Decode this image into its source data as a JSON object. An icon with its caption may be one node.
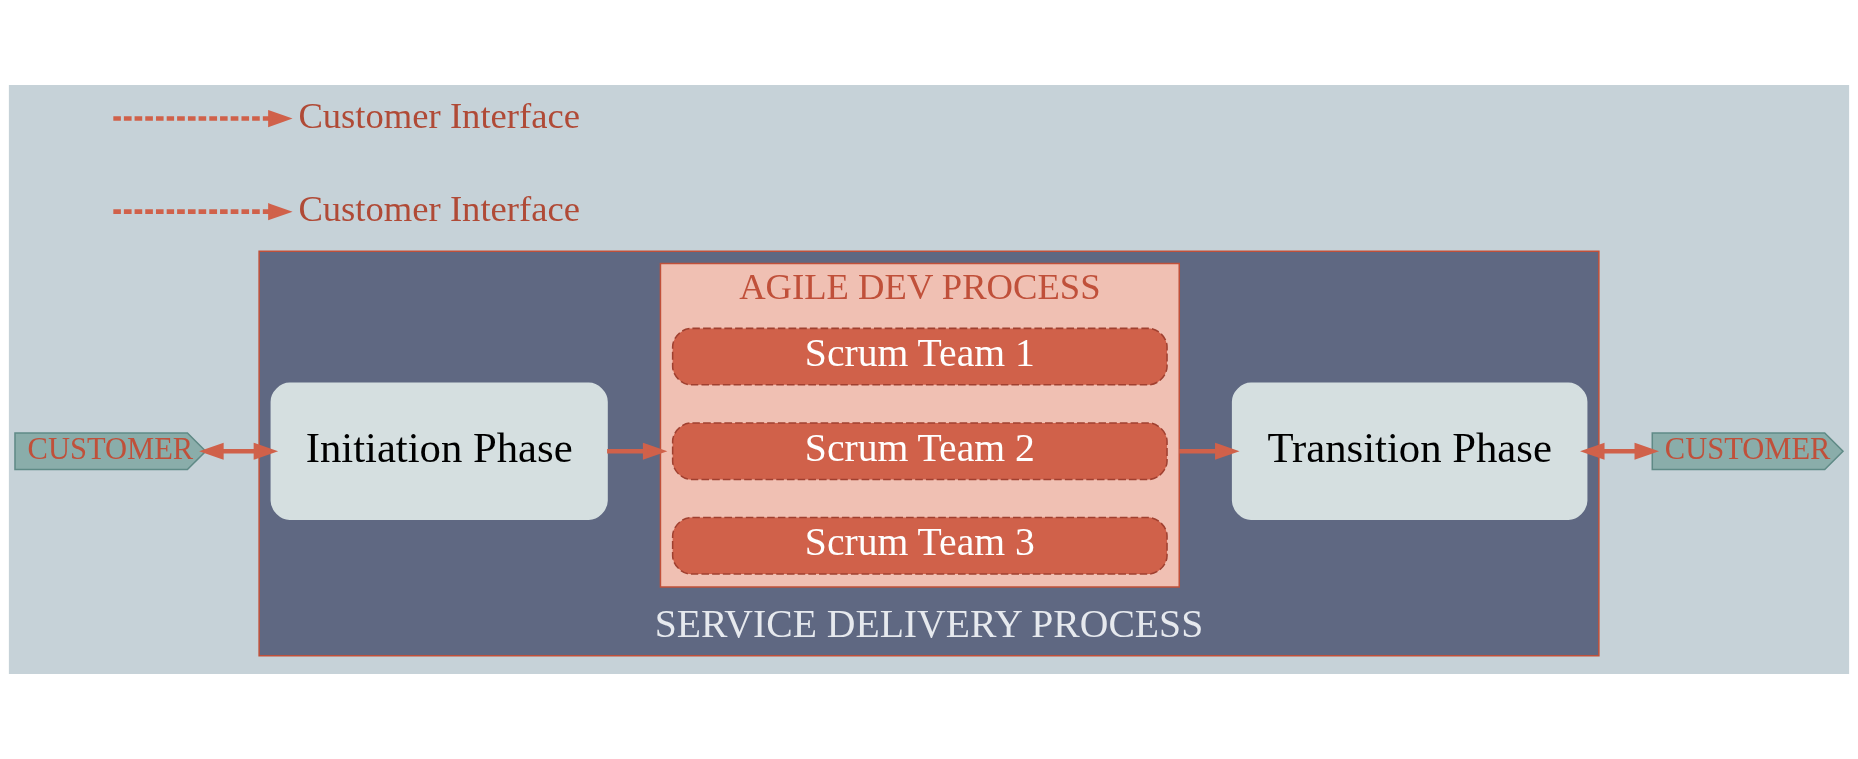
{
  "diagram": {
    "nodes": [
      {
        "text": [
          "CUSTOMER"
        ]
      },
      {
        "text": [
          "SERVICE DELIVERY PROCESS"
        ]
      },
      {
        "text": [
          "Initiation Phase"
        ],
        "in": 1
      },
      {
        "text": [
          "AGILE DEV PROCESS"
        ],
        "in": 1
      },
      {
        "text": [
          "Scrum Team 1"
        ],
        "in": 3
      },
      {
        "text": [
          "Scrum Team 2"
        ],
        "in": 3
      },
      {
        "text": [
          "Scrum Team 3"
        ],
        "in": 3
      },
      {
        "text": [
          "Transition Phase"
        ],
        "in": 1
      },
      {
        "text": [
          "CUSTOMER"
        ]
      },
      {
        "text": [
          "Customer Interface"
        ]
      },
      {
        "text": [
          "Customer Interface"
        ]
      }
    ],
    "edges": [
      {
        "from": 0,
        "to": 2,
        "arrow": "both"
      },
      {
        "from": 2,
        "to": 3,
        "arrow": "to"
      },
      {
        "from": 3,
        "to": 7,
        "arrow": "to"
      },
      {
        "from": 7,
        "to": 8,
        "arrow": "both"
      },
      {
        "from": null,
        "to": 9,
        "arrow": "to",
        "style": "dashed"
      },
      {
        "from": null,
        "to": 10,
        "arrow": "to",
        "style": "dashed"
      }
    ]
  }
}
